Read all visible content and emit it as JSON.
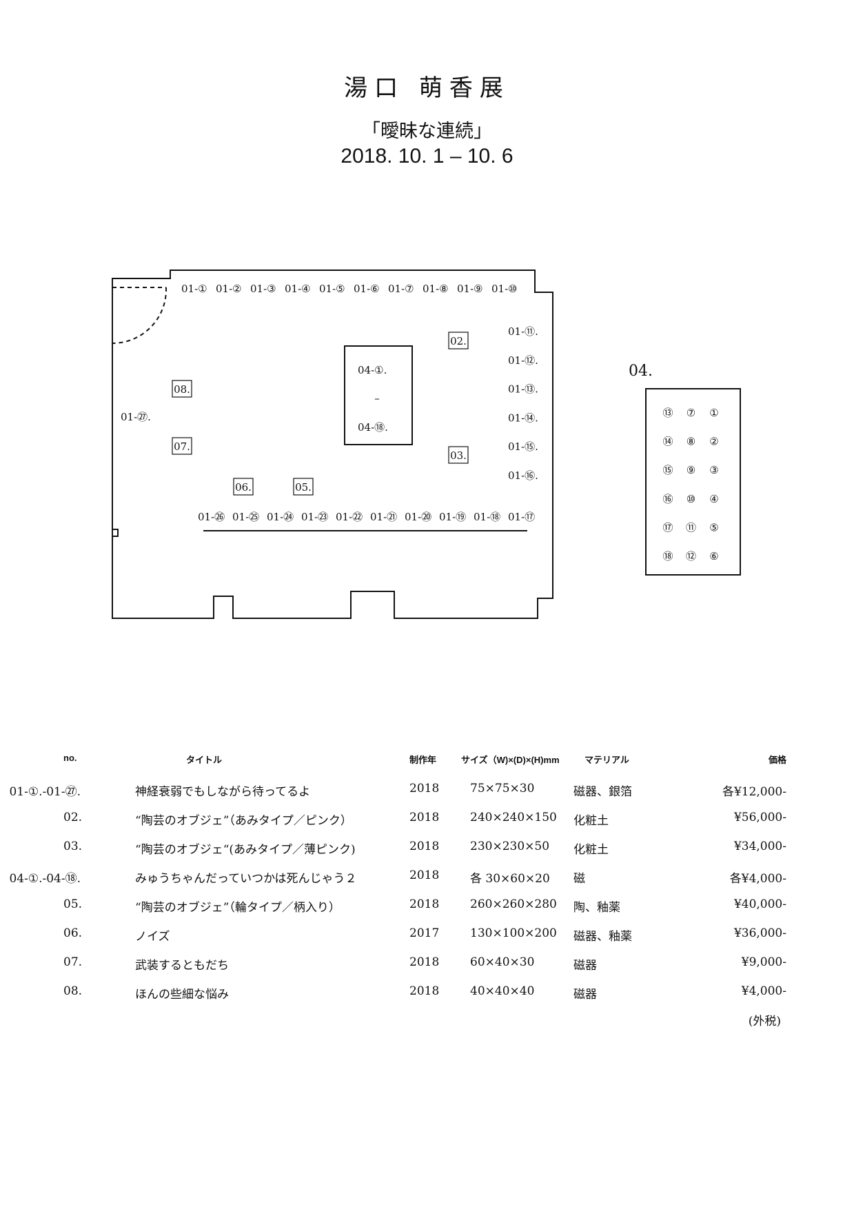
{
  "header": {
    "title": "湯口 萌香展",
    "subtitle": "「曖昧な連続」",
    "dates": "2018. 10. 1 – 10. 6"
  },
  "floorplan": {
    "top_wall_labels": [
      "01-①",
      "01-②",
      "01-③",
      "01-④",
      "01-⑤",
      "01-⑥",
      "01-⑦",
      "01-⑧",
      "01-⑨",
      "01-⑩"
    ],
    "right_wall_labels": [
      "01-⑪.",
      "01-⑫.",
      "01-⑬.",
      "01-⑭.",
      "01-⑮.",
      "01-⑯."
    ],
    "bottom_wall_labels": [
      "01-㉖",
      "01-㉕",
      "01-㉔",
      "01-㉓",
      "01-㉒",
      "01-㉑",
      "01-⑳",
      "01-⑲",
      "01-⑱",
      "01-⑰"
    ],
    "left_label": "01-㉗.",
    "center_table": {
      "top": "04-①.",
      "dash": "–",
      "bottom": "04-⑱."
    },
    "boxes": [
      "02.",
      "03.",
      "05.",
      "06.",
      "07.",
      "08."
    ],
    "detail_title": "04.",
    "detail_grid": [
      [
        "⑬",
        "⑦",
        "①"
      ],
      [
        "⑭",
        "⑧",
        "②"
      ],
      [
        "⑮",
        "⑨",
        "③"
      ],
      [
        "⑯",
        "⑩",
        "④"
      ],
      [
        "⑰",
        "⑪",
        "⑤"
      ],
      [
        "⑱",
        "⑫",
        "⑥"
      ]
    ]
  },
  "table": {
    "headers": {
      "no": "no.",
      "title": "タイトル",
      "year": "制作年",
      "size": "サイズ（W)×(D)×(H)mm",
      "material": "マテリアル",
      "price": "価格"
    },
    "rows": [
      {
        "no": "01-①.-01-㉗.",
        "title": "神経衰弱でもしながら待ってるよ",
        "year": "2018",
        "size": "75×75×30",
        "material": "磁器、銀箔",
        "price": "各¥12,000-"
      },
      {
        "no": "02.",
        "title": "“陶芸のオブジェ”（あみタイプ／ピンク）",
        "year": "2018",
        "size": "240×240×150",
        "material": "化粧土",
        "price": "¥56,000-"
      },
      {
        "no": "03.",
        "title": "“陶芸のオブジェ“(あみタイプ／薄ピンク)",
        "year": "2018",
        "size": "230×230×50",
        "material": "化粧土",
        "price": "¥34,000-"
      },
      {
        "no": "04-①.-04-⑱.",
        "title": "みゅうちゃんだっていつかは死んじゃう２",
        "year": "2018",
        "size": "各 30×60×20",
        "material": "磁",
        "price": "各¥4,000-"
      },
      {
        "no": "05.",
        "title": "“陶芸のオブジェ”（輪タイプ／柄入り）",
        "year": "2018",
        "size": "260×260×280",
        "material": "陶、釉薬",
        "price": "¥40,000-"
      },
      {
        "no": "06.",
        "title": "ノイズ",
        "year": "2017",
        "size": "130×100×200",
        "material": "磁器、釉薬",
        "price": "¥36,000-"
      },
      {
        "no": "07.",
        "title": "武装するともだち",
        "year": "2018",
        "size": "60×40×30",
        "material": "磁器",
        "price": "¥9,000-"
      },
      {
        "no": "08.",
        "title": "ほんの些細な悩み",
        "year": "2018",
        "size": "40×40×40",
        "material": "磁器",
        "price": "¥4,000-"
      }
    ],
    "tax_note": "(外税)"
  }
}
